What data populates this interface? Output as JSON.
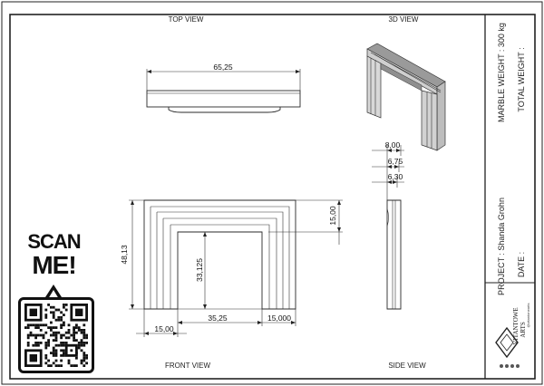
{
  "views": {
    "top": "TOP VIEW",
    "three_d": "3D VIEW",
    "front": "FRONT VIEW",
    "side": "SIDE VIEW"
  },
  "dimensions": {
    "top_width": "65,25",
    "front_height": "48,13",
    "front_opening_height": "33,125",
    "front_top_band": "15,00",
    "front_left_leg": "15,00",
    "front_opening_width": "35,25",
    "front_right_leg": "15,000",
    "side_depth_1": "8,00",
    "side_depth_2": "6,75",
    "side_depth_3": "6,30"
  },
  "title_block": {
    "marble_weight": "MARBLE WEIGHT : 300 kg",
    "total_weight": "TOTAL WEIGHT :",
    "project": "PROJECT : Shanda Grohn",
    "date": "DATE :"
  },
  "scan": {
    "line1": "SCAN",
    "line2": "ME!"
  },
  "logo": {
    "name_line1": "VITANTOWE",
    "name_line2": "ARTS",
    "handle": "@vitantonearts"
  }
}
